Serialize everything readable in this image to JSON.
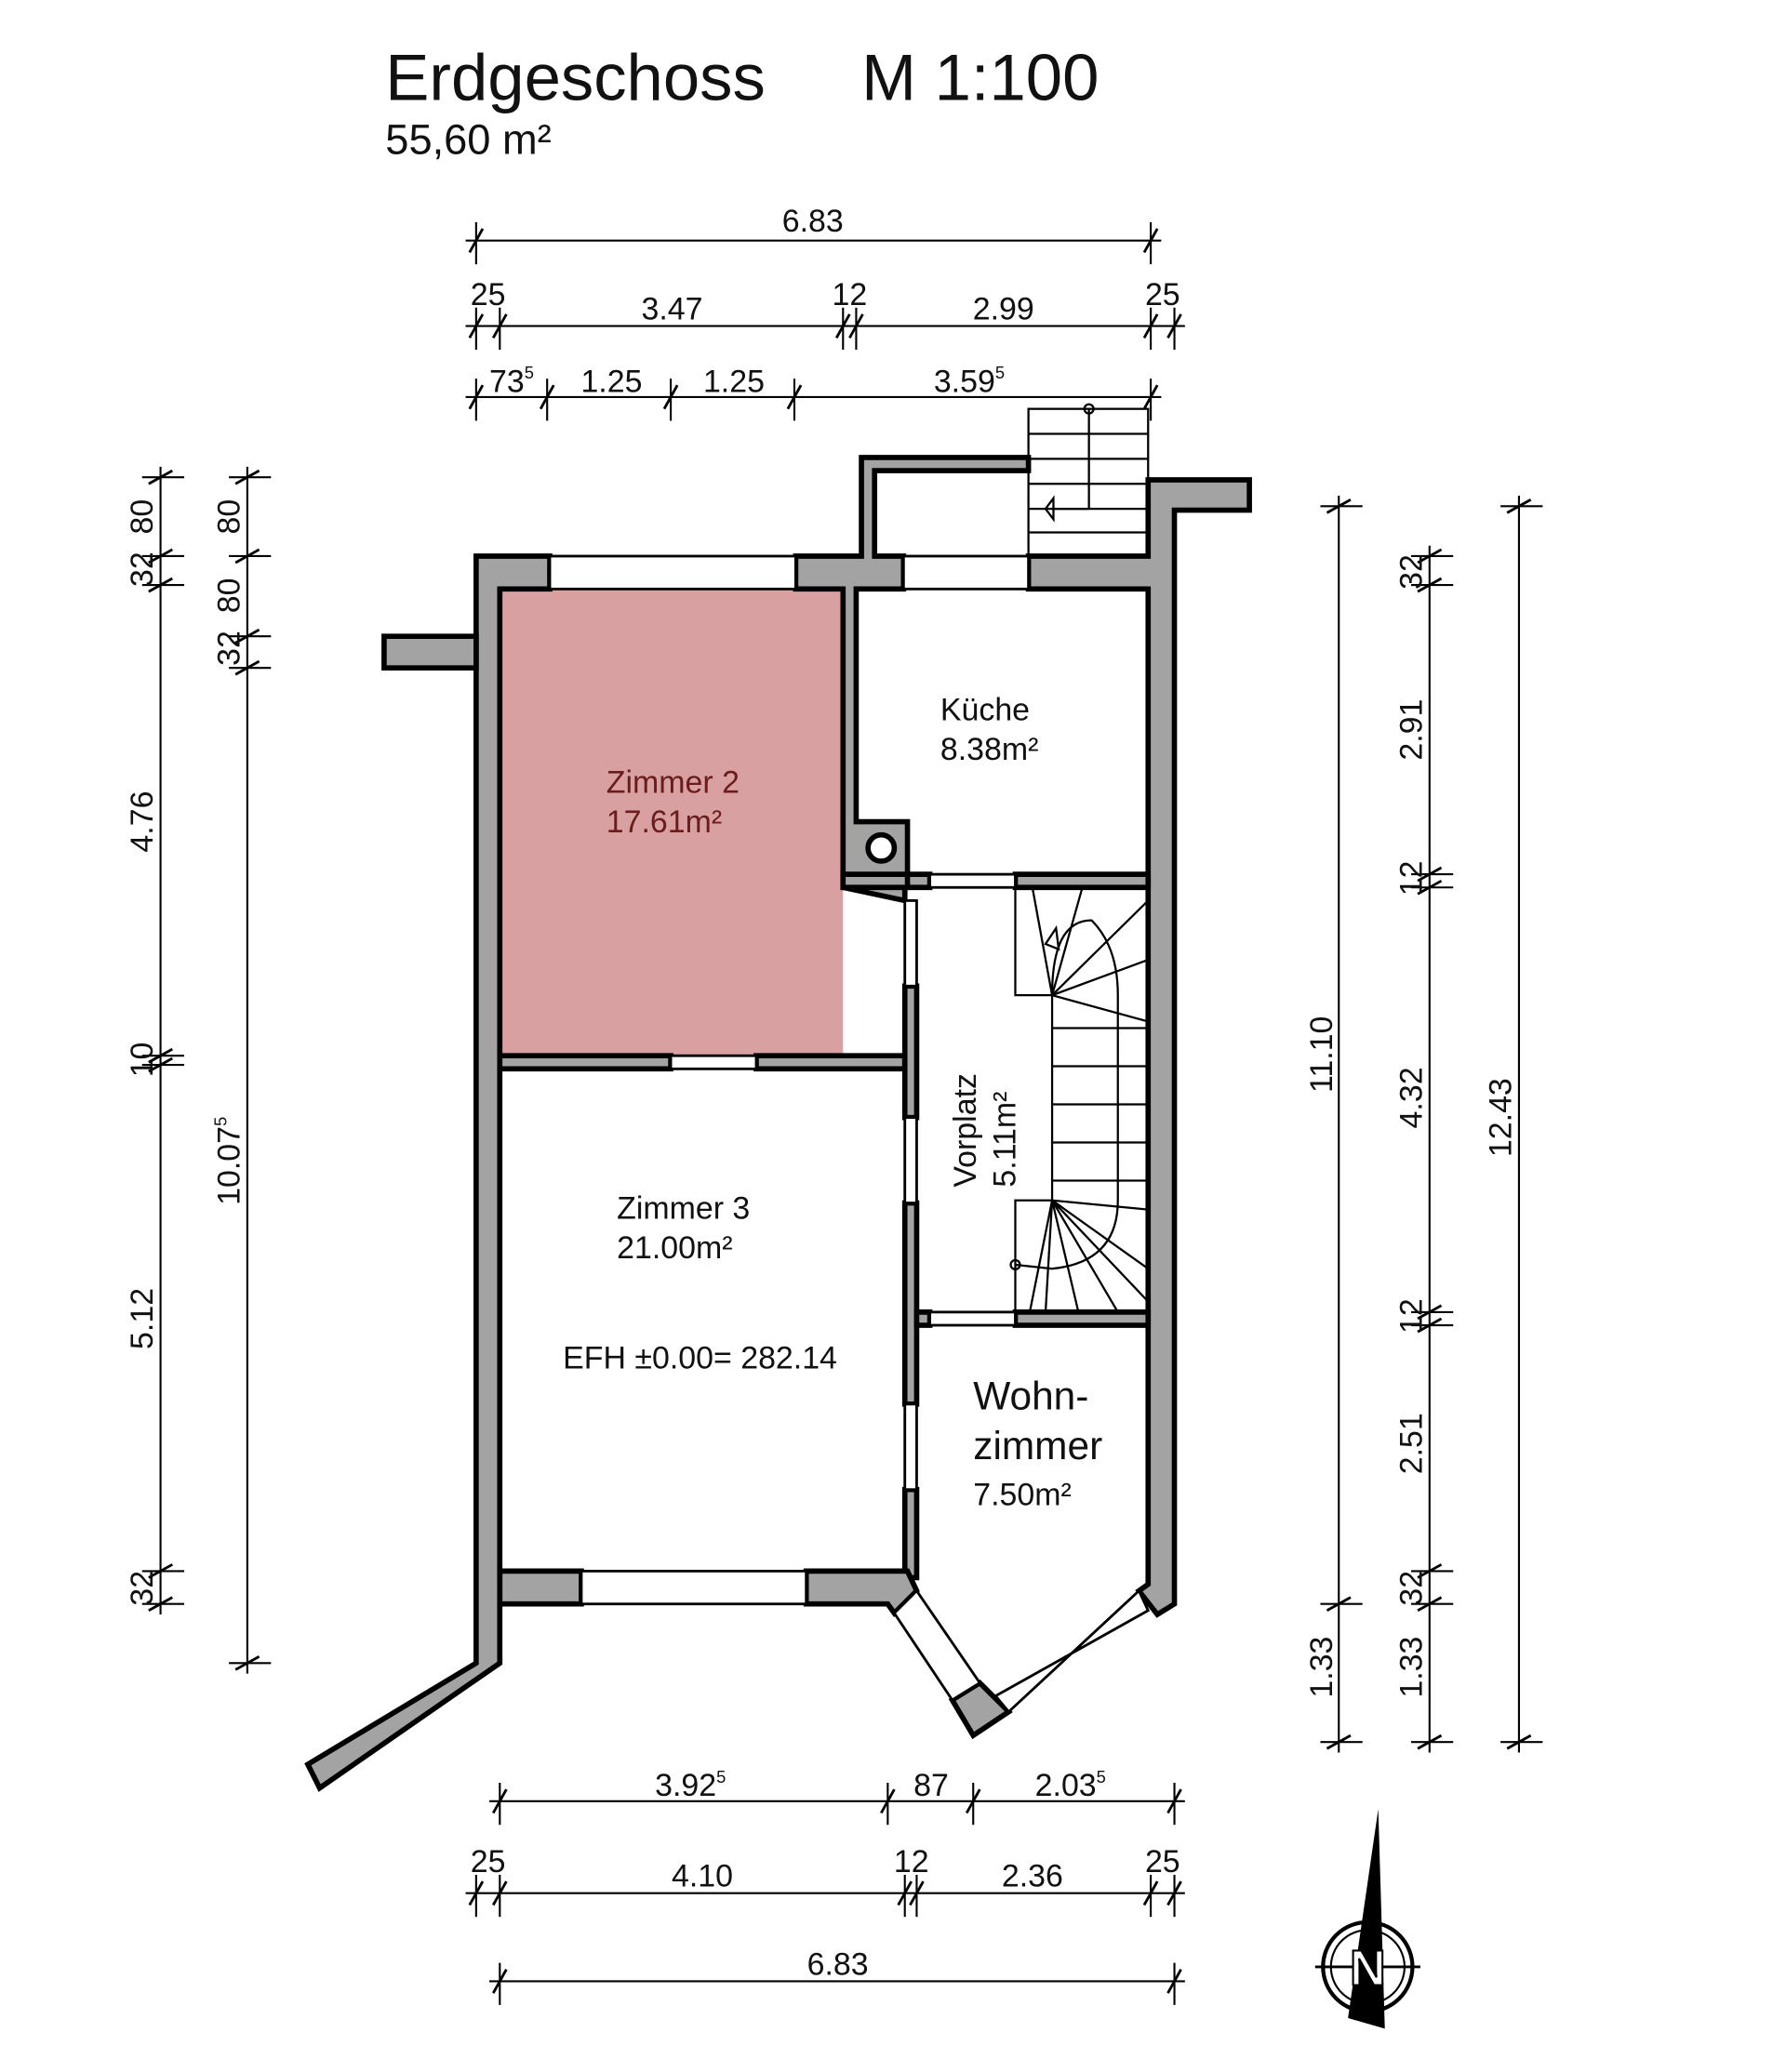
{
  "title": {
    "name": "Erdgeschoss",
    "scale": "M 1:100",
    "area": "55,60 m²"
  },
  "rooms": {
    "zimmer2": {
      "name": "Zimmer 2",
      "area": "17.61m²"
    },
    "kueche": {
      "name": "Küche",
      "area": "8.38m²"
    },
    "vorplatz": {
      "name": "Vorplatz",
      "area": "5.11m²"
    },
    "zimmer3": {
      "name": "Zimmer 3",
      "area": "21.00m²",
      "level": "EFH ±0.00= 282.14"
    },
    "wohnzimmer": {
      "name_1": "Wohn-",
      "name_2": "zimmer",
      "area": "7.50m²"
    }
  },
  "colors": {
    "highlight_room": "#d8a0a0",
    "wall": "#a3a3a3"
  },
  "dimensions": {
    "top": {
      "total": "6.83",
      "row2": [
        "25",
        "3.47",
        "12",
        "2.99",
        "25"
      ],
      "row3": [
        {
          "t": "73",
          "s": "5"
        },
        {
          "t": "1.25",
          "s": ""
        },
        {
          "t": "1.25",
          "s": ""
        },
        {
          "t": "3.59",
          "s": "5"
        }
      ]
    },
    "bottom": {
      "row1": [
        {
          "t": "3.92",
          "s": "5"
        },
        {
          "t": "87",
          "s": ""
        },
        {
          "t": "2.03",
          "s": "5"
        }
      ],
      "row2": [
        "25",
        "4.10",
        "12",
        "2.36",
        "25"
      ],
      "total": "6.83"
    },
    "left_outer": [
      "80",
      "32",
      "4.76",
      "10",
      "5.12",
      "32"
    ],
    "left_inner": [
      {
        "t": "80",
        "s": ""
      },
      {
        "t": "80",
        "s": ""
      },
      {
        "t": "32",
        "s": ""
      },
      {
        "t": "10.07",
        "s": "5"
      }
    ],
    "right_inner": [
      "11.10",
      "1.33"
    ],
    "right_mid": [
      "32",
      "2.91",
      "12",
      "4.32",
      "12",
      "2.51",
      "32",
      "1.33"
    ],
    "right_outer": [
      "12.43"
    ]
  },
  "north": {
    "label": "N",
    "icon": "north-arrow-icon"
  }
}
